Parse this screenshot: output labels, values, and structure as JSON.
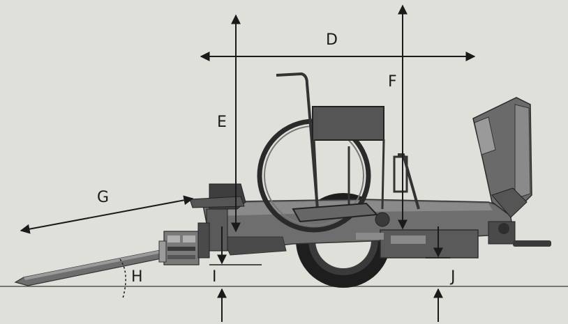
{
  "diagram": {
    "labels": {
      "D": "D",
      "E": "E",
      "F": "F",
      "G": "G",
      "H": "H",
      "I": "I",
      "J": "J"
    },
    "colors": {
      "background": "#dfe0da",
      "line": "#1a1a1a",
      "body_dark": "#4a4a4a",
      "body_mid": "#6e6e6e",
      "body_light": "#9a9a9a",
      "tire": "#1e1e1e"
    }
  }
}
